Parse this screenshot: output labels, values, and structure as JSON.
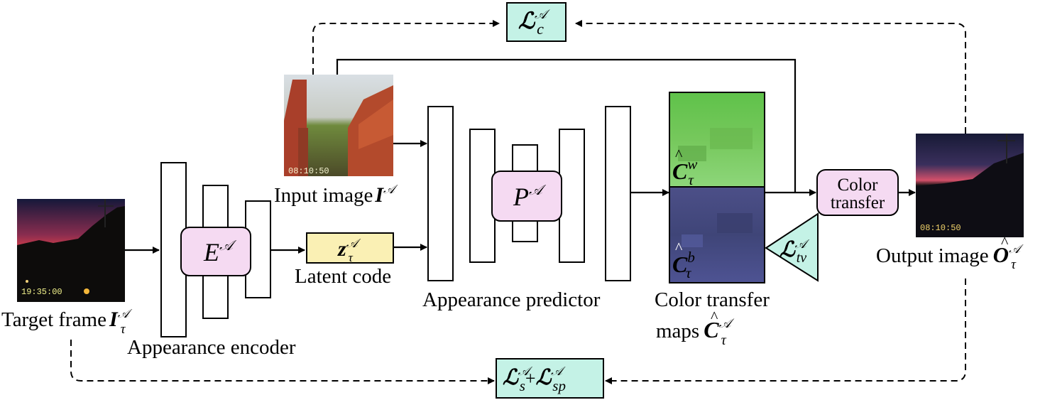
{
  "labels": {
    "target_frame": "Target frame",
    "input_image": "Input image",
    "latent_code": "Latent code",
    "appearance_encoder": "Appearance encoder",
    "appearance_predictor": "Appearance predictor",
    "color_transfer_maps_line1": "Color transfer",
    "color_transfer_maps_line2": "maps",
    "output_image": "Output image",
    "color_transfer_box_line1": "Color",
    "color_transfer_box_line2": "transfer"
  },
  "math": {
    "frame_symbol": "I",
    "frame_sup": "𝒜",
    "frame_sub": "τ",
    "encoder": "E",
    "encoder_sup": "𝒜",
    "predictor": "P",
    "predictor_sup": "𝒜",
    "latent": "z",
    "latent_sup": "𝒜",
    "latent_sub": "τ",
    "loss_symbol": "ℒ",
    "loss_c_sub": "c",
    "loss_s_sub": "s",
    "loss_sp_sub": "sp",
    "loss_tv_sub": "tv",
    "loss_sup": "𝒜",
    "plus": "+",
    "map_symbol": "C",
    "map_w_sup": "w",
    "map_b_sup": "b",
    "map_sub": "τ",
    "map_sup": "𝒜",
    "output_symbol": "O",
    "output_sup": "𝒜",
    "output_sub": "τ",
    "hat": "^"
  },
  "timestamps": {
    "target_frame": "19:35:00",
    "input_image": "08:10:50",
    "output_image": "08:10:50"
  },
  "colors": {
    "network_box": "#f5daf2",
    "latent_box": "#faf0b4",
    "loss_box": "#c4f2e6",
    "map_white": "#7ccd58",
    "map_black": "#4a4d8c",
    "night_sky_top": "#1a1f3a",
    "night_sky_bottom": "#d23b4a",
    "stroke": "#000000"
  }
}
